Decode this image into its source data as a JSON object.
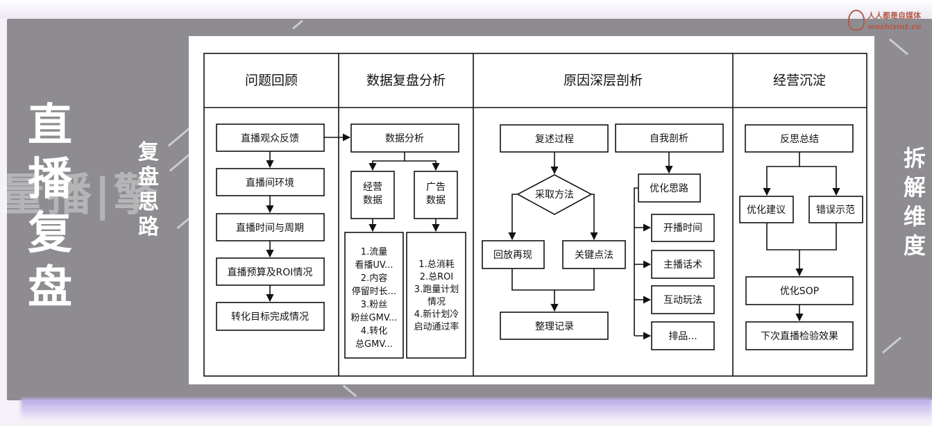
{
  "side": {
    "title_chars": [
      "直",
      "播",
      "复",
      "盘"
    ],
    "ghost_text": "量播|擎",
    "subtitle_chars": [
      "复",
      "盘",
      "思",
      "路"
    ],
    "right_chars": [
      "拆",
      "解",
      "维",
      "度"
    ]
  },
  "watermark": {
    "line1": "人人都是自媒体",
    "line2": "woshizmt.cn"
  },
  "table": {
    "headers": [
      "问题回顾",
      "数据复盘分析",
      "原因深层剖析",
      "经营沉淀"
    ]
  },
  "col1": {
    "items": [
      "直播观众反馈",
      "直播间环境",
      "直播时间与周期",
      "直播预算及ROI情况",
      "转化目标完成情况"
    ]
  },
  "col2": {
    "analysis": "数据分析",
    "operate": [
      "经营",
      "数据"
    ],
    "ads": [
      "广告",
      "数据"
    ],
    "operate_list": [
      "1.流量",
      "看播UV...",
      "2.内容",
      "停留时长...",
      "3.粉丝",
      "粉丝GMV...",
      "4.转化",
      "总GMV..."
    ],
    "ads_list": [
      "1.总消耗",
      "2.总ROI",
      "3.跑量计划",
      "情况",
      "4.新计划冷",
      "启动通过率"
    ]
  },
  "col3": {
    "recap": "复述过程",
    "method": "采取方法",
    "replay": "回放再现",
    "keypoint": "关键点法",
    "record": "整理记录",
    "self": "自我剖析",
    "optimize": "优化思路",
    "subitems": [
      "开播时间",
      "主播话术",
      "互动玩法",
      "排品..."
    ]
  },
  "col4": {
    "reflect": "反思总结",
    "suggest": "优化建议",
    "mistake": "错误示范",
    "sop": "优化SOP",
    "next": "下次直播检验效果"
  }
}
